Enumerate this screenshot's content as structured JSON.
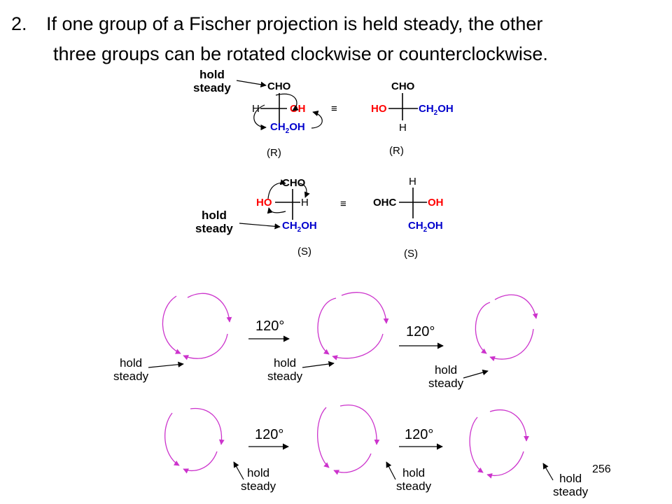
{
  "heading": {
    "number": "2.",
    "line1": "If one group of a Fischer projection is held steady, the other",
    "line2": "three groups can be rotated clockwise or counterclockwise."
  },
  "labels": {
    "hold": "hold",
    "steady": "steady",
    "angle": "120°",
    "config_R": "(R)",
    "config_S": "(S)"
  },
  "groups": {
    "cho": "CHO",
    "ohc": "OHC",
    "oh": "OH",
    "ho": "HO",
    "h": "H",
    "ch2oh": "CH2OH"
  },
  "equivalent_symbol": "≡",
  "slide_number": "256",
  "colors": {
    "substituent": "#ff0000",
    "carbon_group": "#0000cc",
    "rotation_arrow": "#cc33cc"
  }
}
